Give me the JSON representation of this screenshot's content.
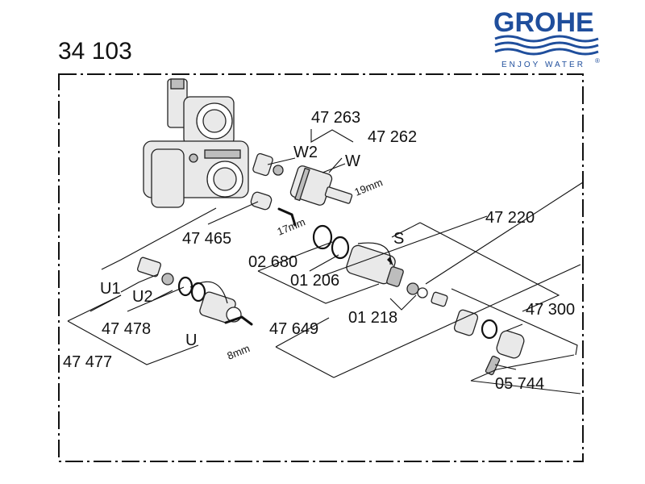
{
  "title": "34 103",
  "brand": {
    "name": "GROHE",
    "tagline": "ENJOY WATER",
    "trademark": "®",
    "color": "#1f4e9c"
  },
  "labels": {
    "p47263": "47 263",
    "p47262": "47 262",
    "w2": "W2",
    "w": "W",
    "wrench19": "19mm",
    "p47220": "47 220",
    "p47465": "47 465",
    "wrench17": "17mm",
    "s": "S",
    "p02680": "02 680",
    "p01206": "01 206",
    "u1": "U1",
    "u2": "U2",
    "p47300": "47 300",
    "p01218": "01 218",
    "p47478": "47 478",
    "p47649": "47 649",
    "u": "U",
    "wrench8": "8mm",
    "p47477": "47 477",
    "p05744": "05 744"
  }
}
